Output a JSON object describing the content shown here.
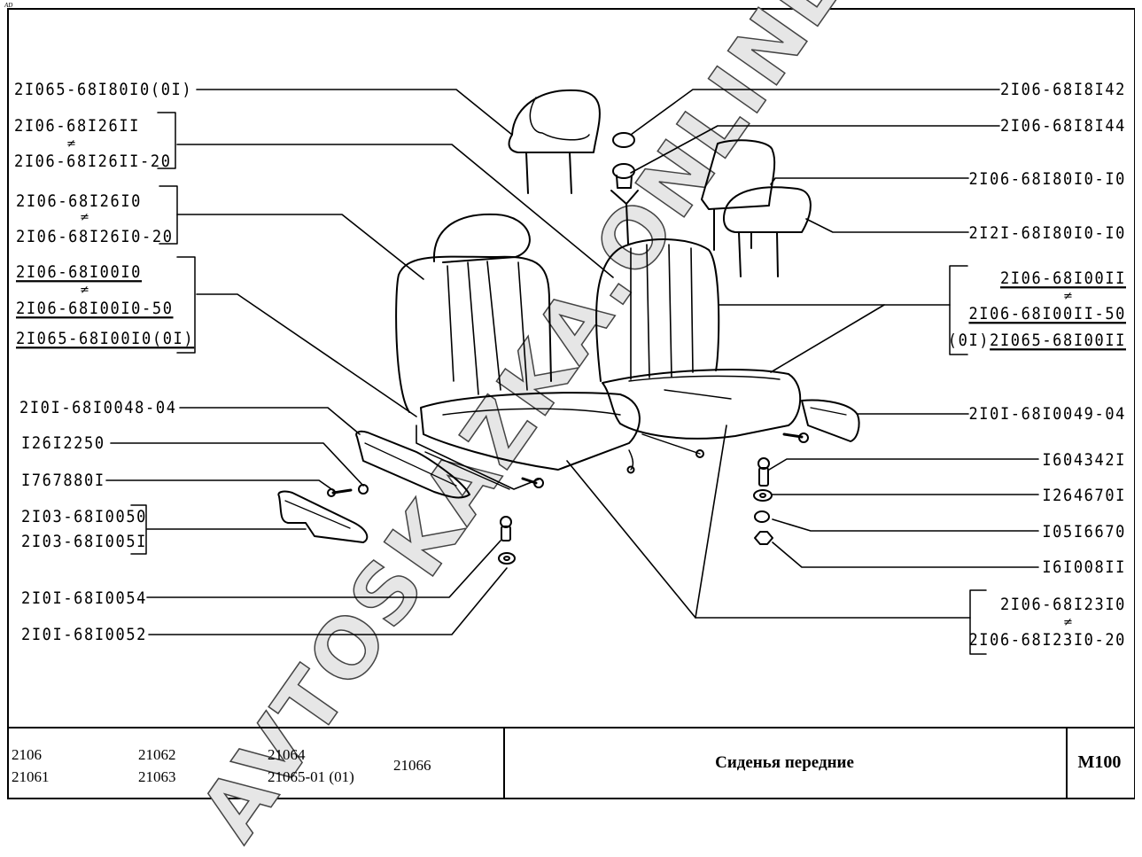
{
  "sheet": {
    "corner_mark": "AD",
    "watermark": "AVTOSKAZKA.ONLINE"
  },
  "callouts_left": [
    {
      "id": "headrest-left",
      "lines": [
        "2I065-68I80I0(0I)"
      ]
    },
    {
      "id": "backrest-frame",
      "lines": [
        "2I06-68I26II",
        "2I06-68I26II-20"
      ],
      "alt_symbol": "≠"
    },
    {
      "id": "backrest-left",
      "lines": [
        "2I06-68I26I0",
        "2I06-68I26I0-20"
      ],
      "alt_symbol": "≠"
    },
    {
      "id": "seat-left-assy",
      "lines": [
        "2I06-68I00I0",
        "2I06-68I00I0-50",
        "2I065-68I00I0(0I)"
      ],
      "alt_symbol": "≠",
      "underlined": true
    },
    {
      "id": "side-trim-left",
      "lines": [
        "2I0I-68I0048-04"
      ]
    },
    {
      "id": "cap",
      "lines": [
        "I26I2250"
      ]
    },
    {
      "id": "screw",
      "lines": [
        "I767880I"
      ]
    },
    {
      "id": "lever-trim",
      "lines": [
        "2I03-68I0050",
        "2I03-68I005I"
      ]
    },
    {
      "id": "bolt",
      "lines": [
        "2I0I-68I0054"
      ]
    },
    {
      "id": "washer",
      "lines": [
        "2I0I-68I0052"
      ]
    }
  ],
  "callouts_right": [
    {
      "id": "guide-sleeve-top",
      "lines": [
        "2I06-68I8I42"
      ]
    },
    {
      "id": "guide-sleeve",
      "lines": [
        "2I06-68I8I44"
      ]
    },
    {
      "id": "headrest-right-a",
      "lines": [
        "2I06-68I80I0-I0"
      ]
    },
    {
      "id": "headrest-right-b",
      "lines": [
        "2I2I-68I80I0-I0"
      ]
    },
    {
      "id": "seat-right-assy",
      "lines": [
        "2I06-68I00II",
        "2I06-68I00II-50",
        "2I065-68I00II"
      ],
      "prefix_third": "(0I)",
      "alt_symbol": "≠",
      "underlined": true
    },
    {
      "id": "side-trim-right",
      "lines": [
        "2I0I-68I0049-04"
      ]
    },
    {
      "id": "bolt-right",
      "lines": [
        "I604342I"
      ]
    },
    {
      "id": "washer-flat",
      "lines": [
        "I264670I"
      ]
    },
    {
      "id": "washer-spring",
      "lines": [
        "I05I6670"
      ]
    },
    {
      "id": "nut",
      "lines": [
        "I6I008II"
      ]
    },
    {
      "id": "seat-cushion",
      "lines": [
        "2I06-68I23I0",
        "2I06-68I23I0-20"
      ],
      "alt_symbol": "≠"
    }
  ],
  "title_block": {
    "models": [
      [
        "2106",
        "21061"
      ],
      [
        "21062",
        "21063"
      ],
      [
        "21064",
        "21065-01 (01)"
      ],
      [
        "21066"
      ]
    ],
    "title": "Сиденья передние",
    "code": "M100"
  }
}
